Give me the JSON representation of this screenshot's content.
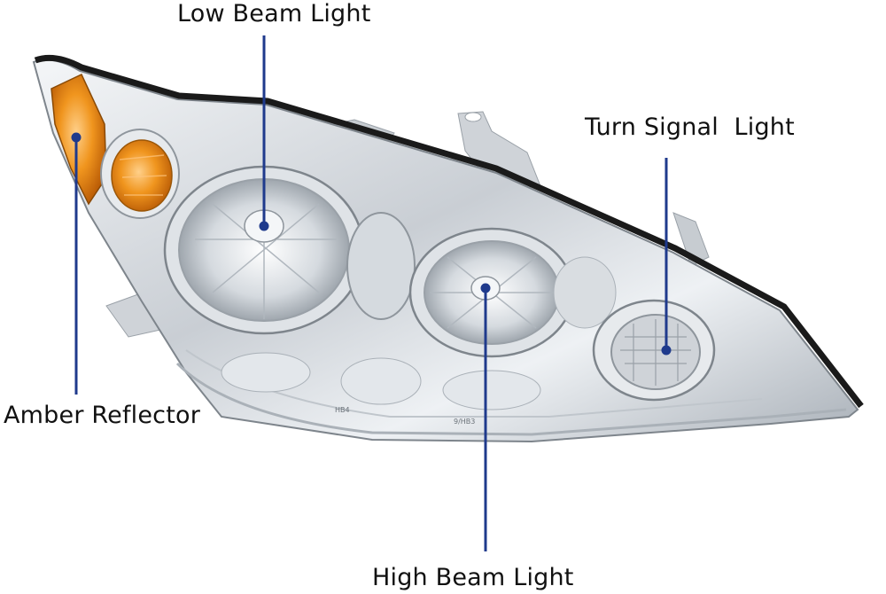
{
  "labels": {
    "low_beam": "Low Beam Light",
    "turn_signal": "Turn Signal  Light",
    "amber_reflector": "Amber Reflector",
    "high_beam": "High Beam Light"
  },
  "lens_markings": {
    "hb4": "HB4",
    "hb3": "9/HB3"
  },
  "colors": {
    "leader_line": "#1f3a8c",
    "amber": "#e07a10",
    "chrome": "#d8dde2",
    "gasket": "#1a1a1a",
    "label_text": "#111111"
  }
}
